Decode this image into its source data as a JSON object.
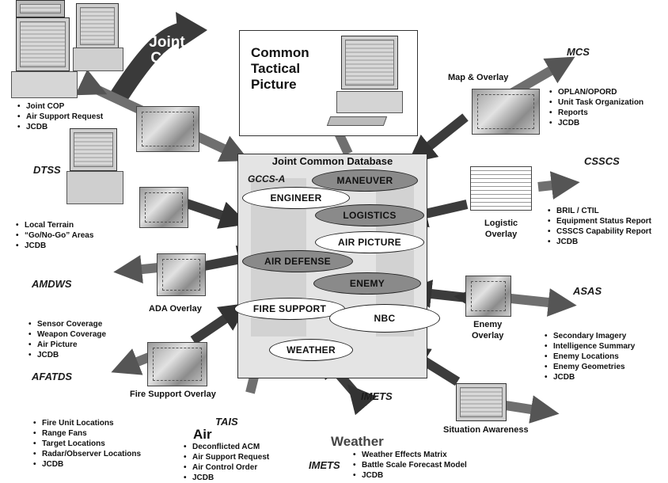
{
  "center": {
    "title": "Joint Common Database",
    "subtitle": "GCCS-A",
    "ovals": [
      "MANEUVER",
      "ENGINEER",
      "LOGISTICS",
      "AIR PICTURE",
      "AIR DEFENSE",
      "ENEMY",
      "FIRE SUPPORT",
      "NBC",
      "WEATHER"
    ]
  },
  "ctp": {
    "title_line1": "Common",
    "title_line2": "Tactical",
    "title_line3": "Picture"
  },
  "joint_cop": {
    "label_line1": "Joint",
    "label_line2": "COP",
    "items": [
      "Joint COP",
      "Air Support Request",
      "JCDB"
    ]
  },
  "dtss": {
    "name": "DTSS",
    "items": [
      "Local Terrain",
      "“Go/No-Go” Areas",
      "JCDB"
    ]
  },
  "amdws": {
    "name": "AMDWS",
    "caption": "ADA Overlay",
    "items": [
      "Sensor Coverage",
      "Weapon Coverage",
      "Air Picture",
      "JCDB"
    ]
  },
  "afatds": {
    "name": "AFATDS",
    "caption": "Fire Support Overlay",
    "items": [
      "Fire Unit Locations",
      "Range Fans",
      "Target Locations",
      "Radar/Observer Locations",
      "JCDB"
    ]
  },
  "tais": {
    "name": "TAIS",
    "sub": "Air",
    "items": [
      "Deconflicted ACM",
      "Air Support Request",
      "Air Control Order",
      "JCDB"
    ]
  },
  "imets": {
    "name": "IMETS",
    "name_center": "IMETS",
    "sub": "Weather",
    "items": [
      "Weather Effects Matrix",
      "Battle Scale Forecast Model",
      "JCDB"
    ]
  },
  "mcs": {
    "name": "MCS",
    "caption": "Map & Overlay",
    "items": [
      "OPLAN/OPORD",
      "Unit Task Organization",
      "Reports",
      "JCDB"
    ]
  },
  "csscs": {
    "name": "CSSCS",
    "caption_line1": "Logistic",
    "caption_line2": "Overlay",
    "items": [
      "BRIL / CTIL",
      "Equipment Status Report",
      "CSSCS Capability Report",
      "JCDB"
    ]
  },
  "asas": {
    "name": "ASAS",
    "caption_line1": "Enemy",
    "caption_line2": "Overlay",
    "caption_sa": "Situation Awareness",
    "items": [
      "Secondary Imagery",
      "Intelligence Summary",
      "Enemy Locations",
      "Enemy Geometries",
      "JCDB"
    ]
  },
  "colors": {
    "arrow": "#6f6f6f",
    "arrow_dark": "#3c3c3c",
    "oval_dark": "#8a8a8a",
    "center_bg": "#e4e4e4"
  }
}
